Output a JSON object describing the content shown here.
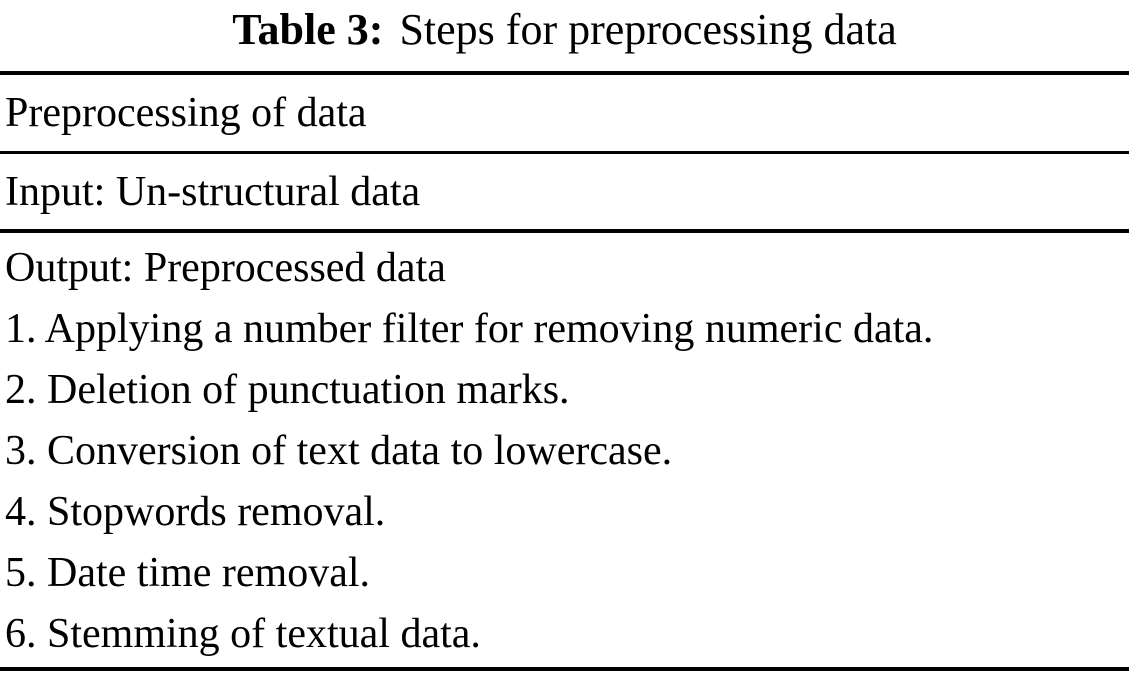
{
  "caption": {
    "label": "Table 3:",
    "text": "Steps for preprocessing data"
  },
  "rows": {
    "header": "Preprocessing of data",
    "input": "Input: Un-structural data",
    "output": "Output: Preprocessed data",
    "steps": [
      "1. Applying a number filter for removing numeric data.",
      "2. Deletion of punctuation marks.",
      "3. Conversion of text data to lowercase.",
      "4. Stopwords removal.",
      "5. Date time removal.",
      "6. Stemming of textual data."
    ]
  },
  "colors": {
    "text": "#000000",
    "background": "#ffffff",
    "rule": "#000000"
  }
}
